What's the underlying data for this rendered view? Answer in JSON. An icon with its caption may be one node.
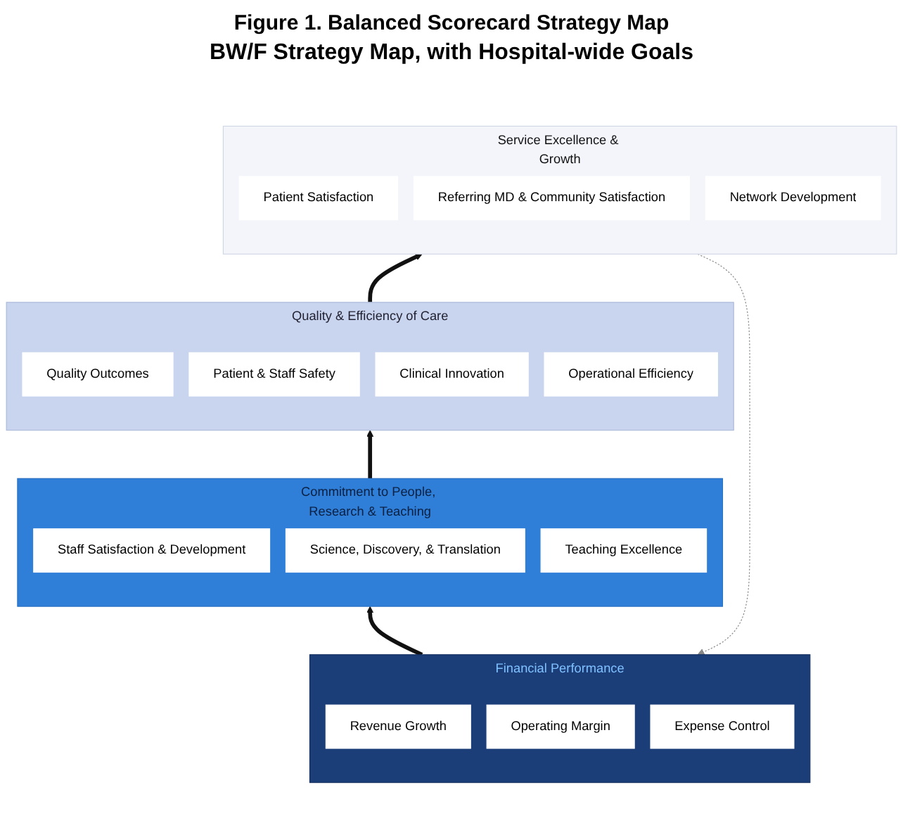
{
  "diagram": {
    "title": "Figure 1. Balanced Scorecard Strategy Map",
    "nodes": [
      {
        "text": [
          "Service Excellence & Growth"
        ]
      },
      {
        "text": [
          "Patient Satisfaction"
        ],
        "in": 0
      },
      {
        "text": [
          "Referring MD & Community Satisfaction"
        ],
        "in": 0
      },
      {
        "text": [
          "Network Development"
        ],
        "in": 0
      },
      {
        "text": [
          "Quality & Efficiency of Care"
        ]
      },
      {
        "text": [
          "Quality Outcomes"
        ],
        "in": 4
      },
      {
        "text": [
          "Patient & Staff Safety"
        ],
        "in": 4
      },
      {
        "text": [
          "Clinical Innovation"
        ],
        "in": 4
      },
      {
        "text": [
          "Operational Efficiency"
        ],
        "in": 4
      },
      {
        "text": [
          "Commitment to People, Research & Teaching"
        ]
      },
      {
        "text": [
          "Staff Satisfaction & Development"
        ],
        "in": 9
      },
      {
        "text": [
          "Science, Discovery, & Translation"
        ],
        "in": 9
      },
      {
        "text": [
          "Teaching Excellence"
        ],
        "in": 9
      },
      {
        "text": [
          "Financial Performance"
        ]
      },
      {
        "text": [
          "Revenue Growth"
        ],
        "in": 13
      },
      {
        "text": [
          "Operating Margin"
        ],
        "in": 13
      },
      {
        "text": [
          "Expense Control"
        ],
        "in": 13
      }
    ],
    "edges": [
      {
        "from": 13,
        "to": 9,
        "arrow": "to"
      },
      {
        "from": 9,
        "to": 4,
        "arrow": "to"
      },
      {
        "from": 4,
        "to": 0,
        "arrow": "to"
      },
      {
        "from": 0,
        "to": 13,
        "arrow": "to",
        "style": "dashed",
        "color": "#888888"
      }
    ],
    "labels": [
      "BW/F Strategy Map, with Hospital-wide Goals"
    ]
  }
}
